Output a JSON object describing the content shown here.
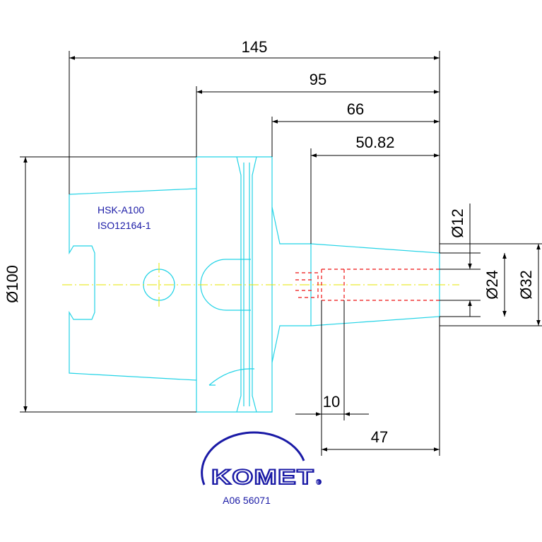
{
  "dimensions": {
    "overall_length": "145",
    "flange_length": "95",
    "shank_length": "66",
    "nose_length": "50.82",
    "diameter_main": "Ø100",
    "diameter_bore": "Ø12",
    "diameter_tip": "Ø24",
    "diameter_nose": "Ø32",
    "bore_offset": "10",
    "bore_depth": "47"
  },
  "labels": {
    "interface": "HSK-A100",
    "standard": "ISO12164-1"
  },
  "logo": {
    "brand": "KOMET",
    "registered": "®",
    "part_number": "A06 56071"
  },
  "colors": {
    "outline": "#22d3e6",
    "centerline": "#e6e600",
    "hidden_bore": "#ee1111",
    "text_blue": "#1a1aa6"
  }
}
